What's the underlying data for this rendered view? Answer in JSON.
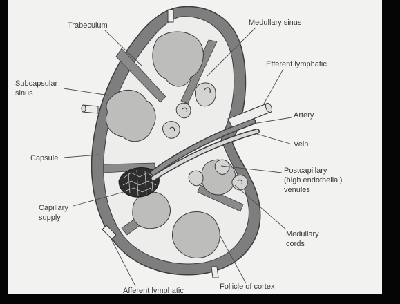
{
  "diagram": {
    "labels": {
      "trabeculum": "Trabeculum",
      "medullary_sinus": "Medullary sinus",
      "efferent_lymphatic": "Efferent lymphatic",
      "subcapsular_sinus_1": "Subcapsular",
      "subcapsular_sinus_2": "sinus",
      "artery": "Artery",
      "vein": "Vein",
      "capsule": "Capsule",
      "postcapillary_1": "Postcapillary",
      "postcapillary_2": "(high endothelial)",
      "postcapillary_3": "venules",
      "capillary_supply_1": "Capillary",
      "capillary_supply_2": "supply",
      "medullary_cords_1": "Medullary",
      "medullary_cords_2": "cords",
      "follicle_of_cortex": "Follicle of cortex",
      "afferent_lymphatic": "Afferent lymphatic"
    },
    "colors": {
      "background": "#050505",
      "slide": "#f2f2f0",
      "capsule": "#7e7e7e",
      "sinus": "#ededeb",
      "tissue": "#bdbdbb",
      "outline": "#3c3c3c"
    }
  }
}
